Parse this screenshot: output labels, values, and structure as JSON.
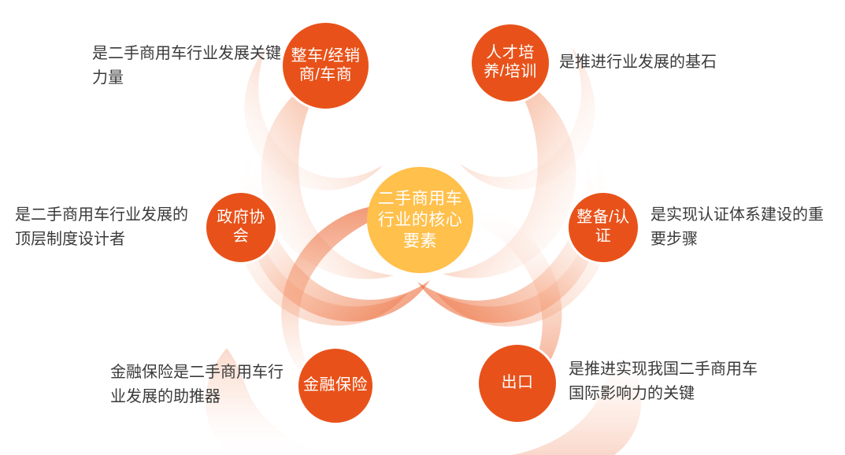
{
  "diagram": {
    "title_center": "二手商用车行业的核心要素",
    "colors": {
      "spoke_fill": "#E8521A",
      "core_fill": "#FFC04C",
      "petal_start": "#EF7B4E",
      "petal_end": "#FFFFFF",
      "caption_text": "#3A3A3A",
      "node_text": "#FFFFFF",
      "background": "#FFFFFF"
    },
    "center": {
      "name": "core-node",
      "label": "二手商用车行业的核心要素"
    },
    "nodes": [
      {
        "id": "dealer",
        "label": "整车/经销商/车商",
        "caption": "是二手商用车行业发展关键力量",
        "caption_side": "left"
      },
      {
        "id": "talent",
        "label": "人才培养/培训",
        "caption": "是推进行业发展的基石",
        "caption_side": "right"
      },
      {
        "id": "government",
        "label": "政府协会",
        "caption": "是二手商用车行业发展的顶层制度设计者",
        "caption_side": "left"
      },
      {
        "id": "recondition",
        "label": "整备/认证",
        "caption": "是实现认证体系建设的重要步骤",
        "caption_side": "right"
      },
      {
        "id": "finance",
        "label": "金融保险",
        "caption": "金融保险是二手商用车行业发展的助推器",
        "caption_side": "left"
      },
      {
        "id": "export",
        "label": "出口",
        "caption": "是推进实现我国二手商用车国际影响力的关键",
        "caption_side": "right"
      }
    ]
  }
}
